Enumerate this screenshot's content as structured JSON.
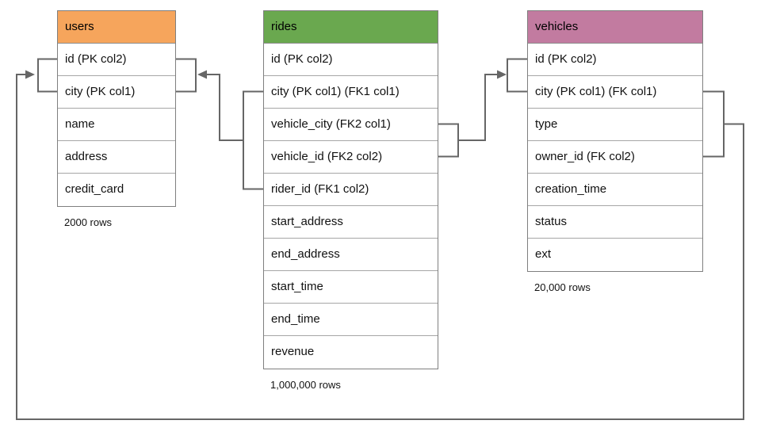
{
  "tables": [
    {
      "name": "users",
      "header_color": "#F6A55C",
      "columns": [
        "id (PK col2)",
        "city (PK col1)",
        "name",
        "address",
        "credit_card"
      ],
      "row_count": "2000 rows"
    },
    {
      "name": "rides",
      "header_color": "#6AA84F",
      "columns": [
        "id (PK col2)",
        "city (PK col1) (FK1 col1)",
        "vehicle_city (FK2 col1)",
        "vehicle_id (FK2 col2)",
        "rider_id (FK1 col2)",
        "start_address",
        "end_address",
        "start_time",
        "end_time",
        "revenue"
      ],
      "row_count": "1,000,000 rows"
    },
    {
      "name": "vehicles",
      "header_color": "#C27BA0",
      "columns": [
        "id (PK col2)",
        "city (PK col1) (FK col1)",
        "type",
        "owner_id (FK col2)",
        "creation_time",
        "status",
        "ext"
      ],
      "row_count": "20,000 rows"
    }
  ],
  "relationships": [
    {
      "name": "rides-fk1-users",
      "from": "rides (city, rider_id)",
      "to": "users (id, city)"
    },
    {
      "name": "rides-fk2-vehicles",
      "from": "rides (vehicle_city, vehicle_id)",
      "to": "vehicles (id, city)"
    },
    {
      "name": "vehicles-fk-users",
      "from": "vehicles (city, owner_id)",
      "to": "users (id, city)"
    }
  ],
  "colors": {
    "line": "#666666",
    "users_header": "#F6A55C",
    "rides_header": "#6AA84F",
    "vehicles_header": "#C27BA0",
    "background": "#FFFFFF"
  }
}
